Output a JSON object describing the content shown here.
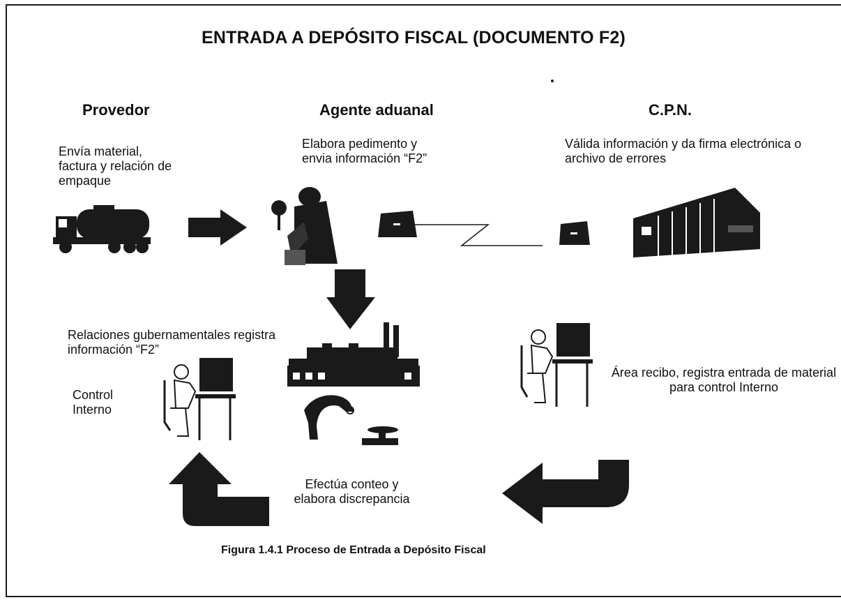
{
  "diagram": {
    "title": "ENTRADA A DEPÓSITO FISCAL (DOCUMENTO F2)",
    "headers": {
      "provedor": "Provedor",
      "agente": "Agente aduanal",
      "cpn": "C.P.N."
    },
    "labels": {
      "provedor_desc": "Envía material, factura y relación de empaque",
      "agente_desc": "Elabora pedimento y envia información “F2”",
      "cpn_desc": "Válida información y da firma electrónica o archivo de errores",
      "relaciones": "Relaciones gubernamentales registra información “F2”",
      "control": "Control Interno",
      "area_recibo": "Área recibo, registra entrada de material para control Interno",
      "conteo": "Efectúa conteo y elabora discrepancia"
    },
    "caption": "Figura 1.4.1 Proceso de Entrada a Depósito Fiscal"
  }
}
